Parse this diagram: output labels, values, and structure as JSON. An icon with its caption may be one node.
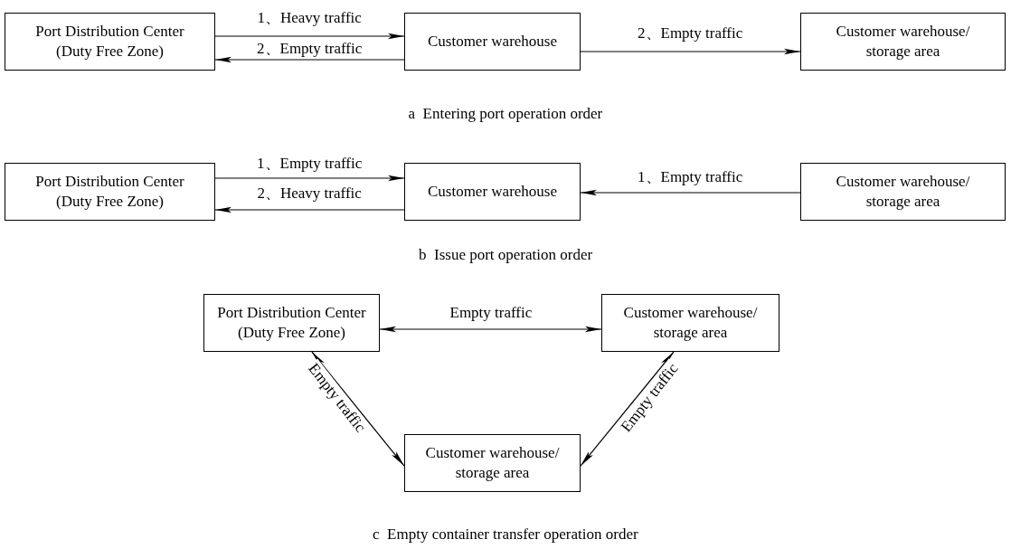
{
  "diagram": {
    "nodes": [
      {
        "text": [
          "Port Distribution Center (Duty Free Zone)"
        ]
      },
      {
        "text": [
          "Customer warehouse"
        ]
      },
      {
        "text": [
          "Customer warehouse/ storage area"
        ]
      },
      {
        "text": [
          "Port Distribution Center (Duty Free Zone)"
        ]
      },
      {
        "text": [
          "Customer warehouse"
        ]
      },
      {
        "text": [
          "Customer warehouse/ storage area"
        ]
      },
      {
        "text": [
          "Port Distribution Center (Duty Free Zone)"
        ]
      },
      {
        "text": [
          "Customer warehouse/ storage area"
        ]
      },
      {
        "text": [
          "Customer warehouse/ storage area"
        ]
      }
    ],
    "edges": [
      {
        "from": 0,
        "to": 1,
        "arrow": "to",
        "label": "1、Heavy traffic"
      },
      {
        "from": 1,
        "to": 0,
        "arrow": "to",
        "label": "2、Empty traffic"
      },
      {
        "from": 1,
        "to": 2,
        "arrow": "to",
        "label": "2、Empty traffic"
      },
      {
        "from": 3,
        "to": 4,
        "arrow": "to",
        "label": "1、Empty traffic"
      },
      {
        "from": 4,
        "to": 3,
        "arrow": "to",
        "label": "2、Heavy traffic"
      },
      {
        "from": 5,
        "to": 4,
        "arrow": "to",
        "label": "1、Empty traffic"
      },
      {
        "from": 6,
        "to": 7,
        "arrow": "both",
        "label": "Empty traffic"
      },
      {
        "from": 6,
        "to": 8,
        "arrow": "both",
        "label": "Empty traffic"
      },
      {
        "from": 8,
        "to": 7,
        "arrow": "both",
        "label": "Empty traffic"
      }
    ],
    "labels": [
      "a  Entering port operation order",
      "b  Issue port operation order",
      "c  Empty container transfer operation order"
    ]
  }
}
